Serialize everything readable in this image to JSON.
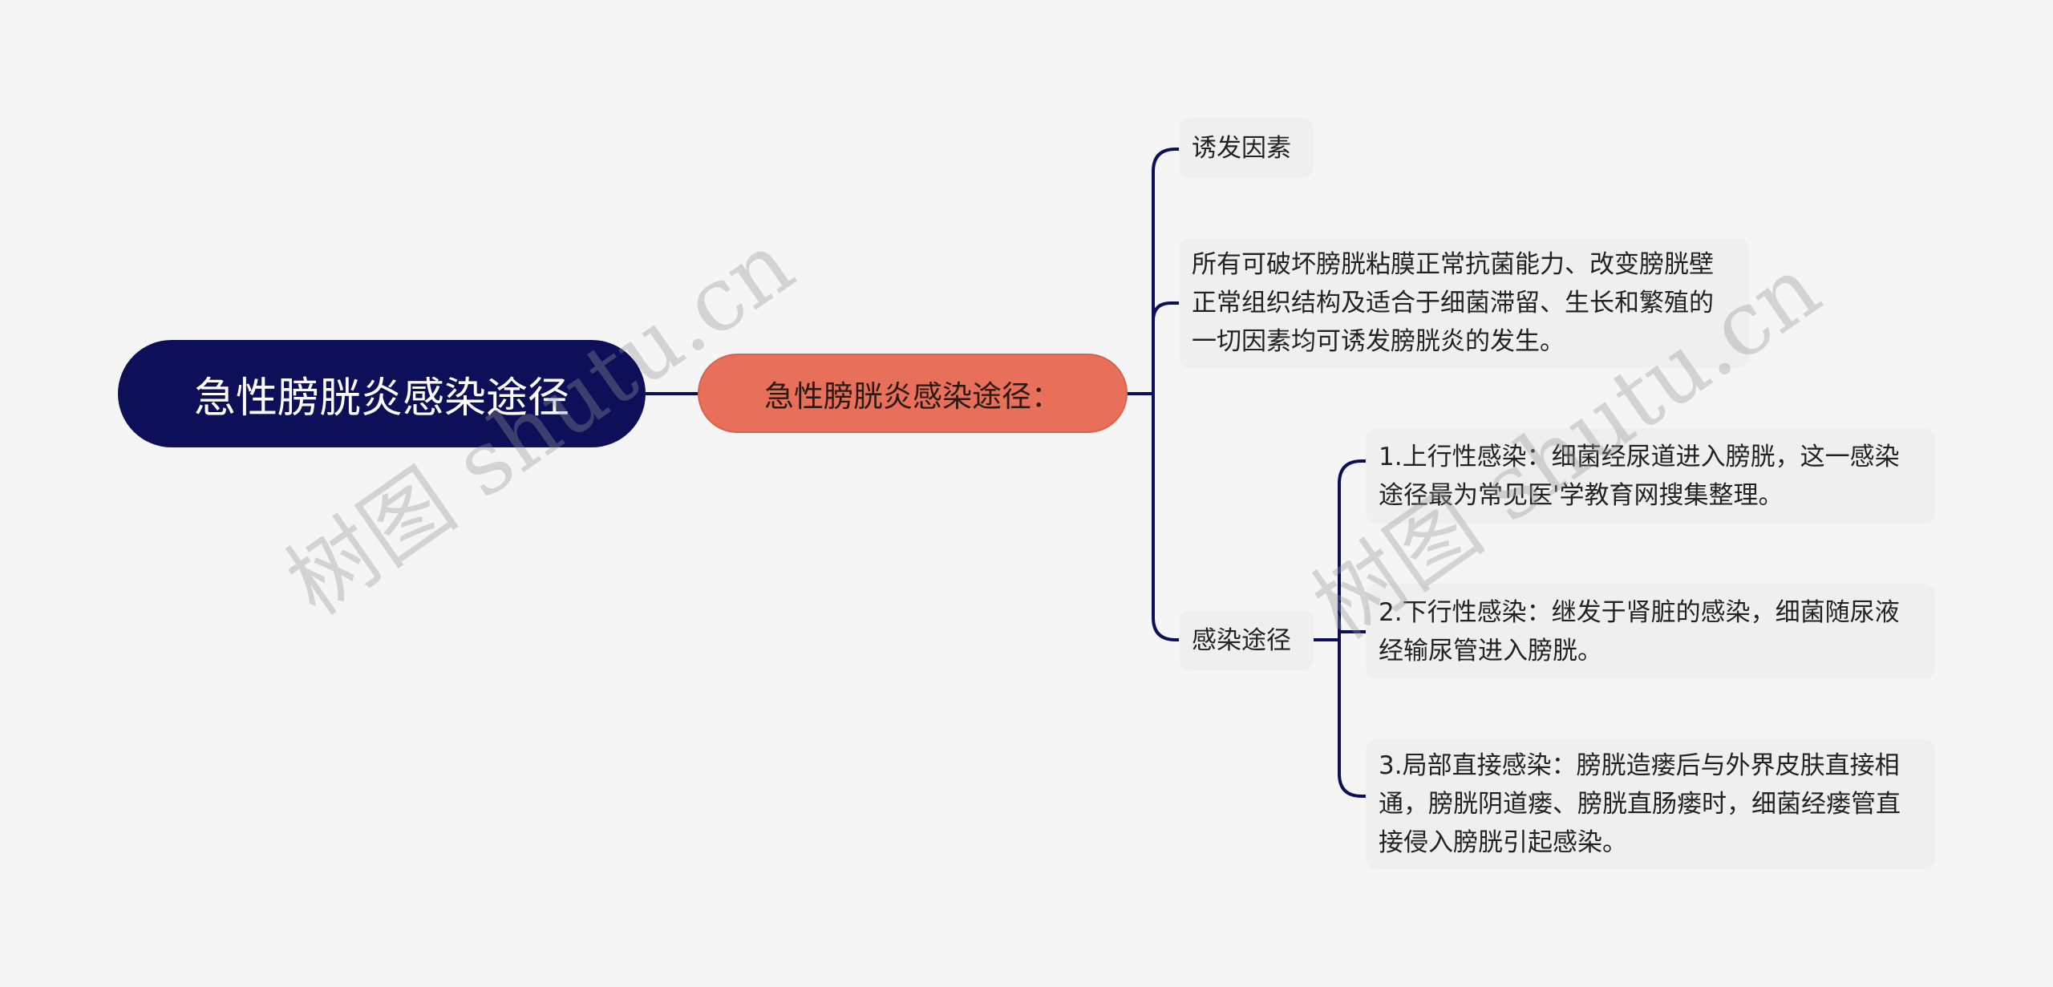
{
  "root": {
    "label": "急性膀胱炎感染途径"
  },
  "center": {
    "label": "急性膀胱炎感染途径："
  },
  "branches": [
    {
      "label": "诱发因素"
    },
    {
      "label": "所有可破坏膀胱粘膜正常抗菌能力、改变膀胱壁正常组织结构及适合于细菌滞留、生长和繁殖的一切因素均可诱发膀胱炎的发生。"
    },
    {
      "label": "感染途径",
      "children": [
        {
          "label": "1.上行性感染：细菌经尿道进入膀胱，这一感染途径最为常见医'学教育网搜集整理。"
        },
        {
          "label": "2.下行性感染：继发于肾脏的感染，细菌随尿液经输尿管进入膀胱。"
        },
        {
          "label": "3.局部直接感染：膀胱造瘘后与外界皮肤直接相通，膀胱阴道瘘、膀胱直肠瘘时，细菌经瘘管直接侵入膀胱引起感染。"
        }
      ]
    }
  ],
  "watermark": "树图 shutu.cn",
  "colors": {
    "root": "#0d1058",
    "center": "#e8705a",
    "line": "#0d1058",
    "leaf": "#efefef"
  }
}
